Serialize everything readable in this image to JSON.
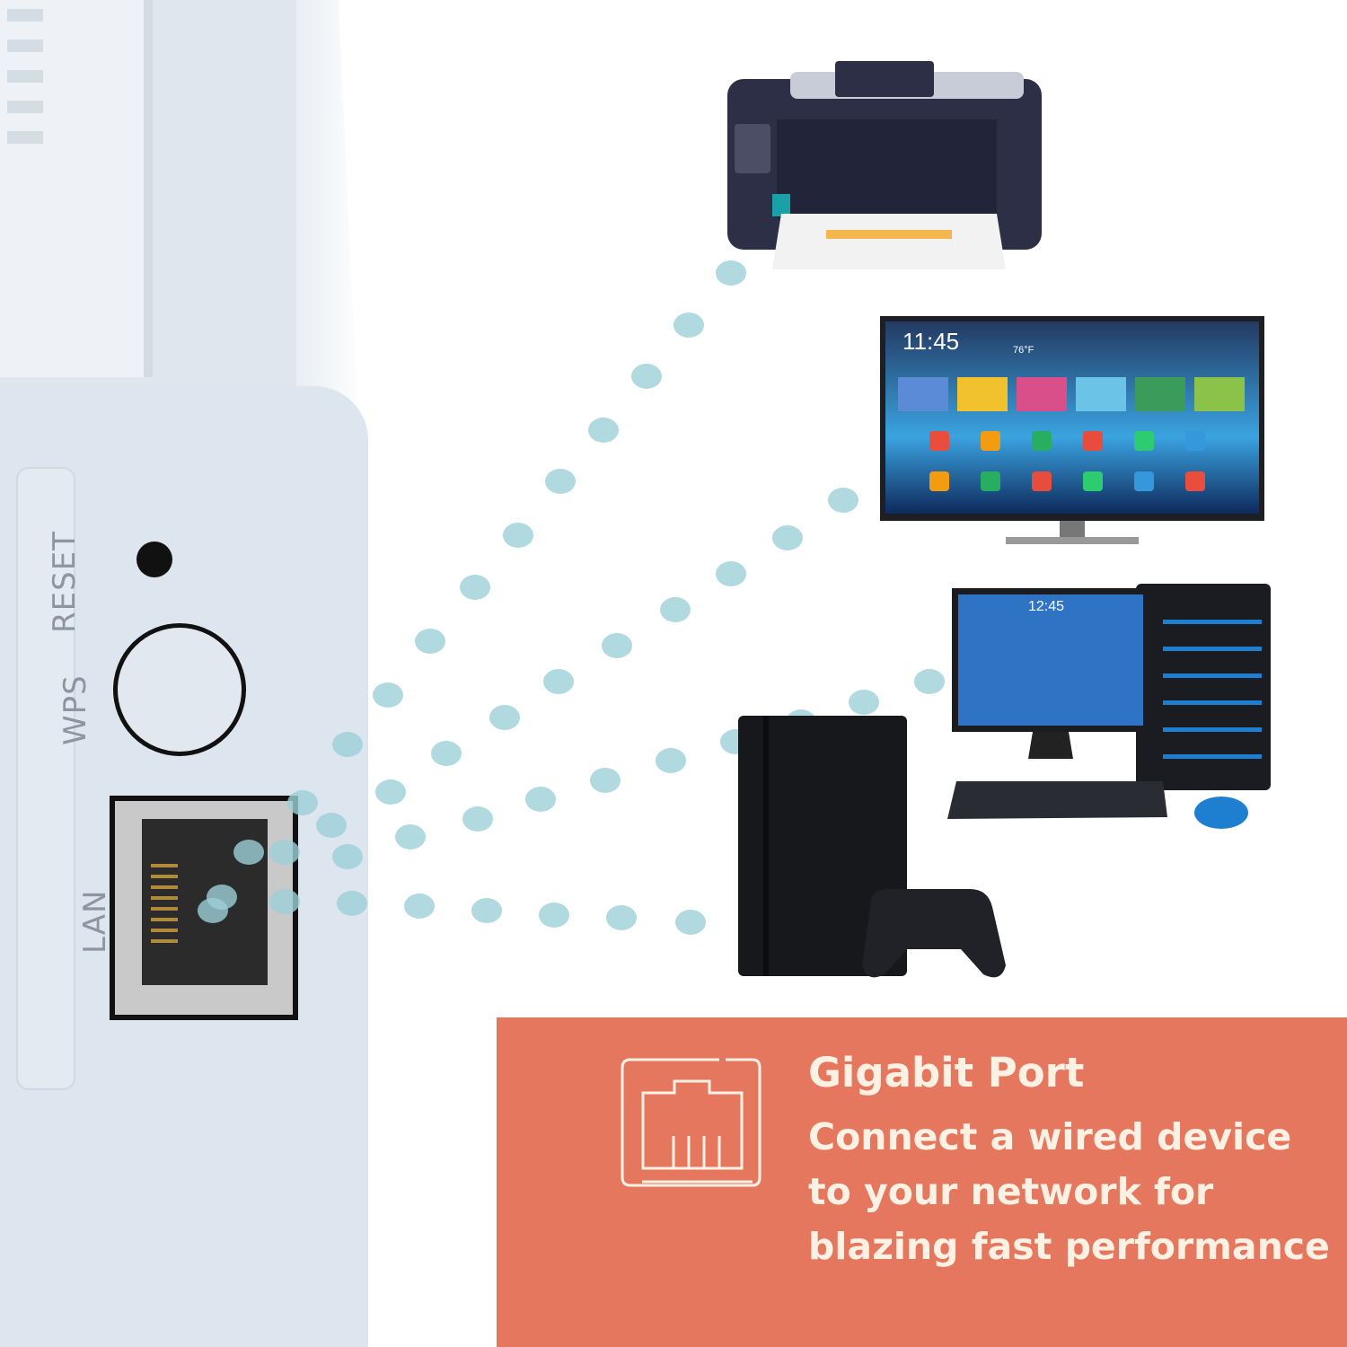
{
  "router": {
    "labels": {
      "reset": "RESET",
      "wps": "WPS",
      "lan": "LAN"
    },
    "colors": {
      "body": "#dde5ee",
      "signal_dots": "#9ccfd8"
    }
  },
  "devices": {
    "tv": {
      "time": "11:45",
      "weather": "76°F"
    },
    "pc": {
      "time": "12:45"
    },
    "names": [
      "printer",
      "smart-tv",
      "desktop-computer",
      "game-console"
    ]
  },
  "feature": {
    "icon": "ethernet-port-icon",
    "title": "Gigabit Port",
    "description_lines": [
      "Connect a wired device",
      "to your network for",
      "blazing fast performance"
    ],
    "colors": {
      "panel": "#e5775f",
      "text": "#fdf1e4"
    }
  }
}
